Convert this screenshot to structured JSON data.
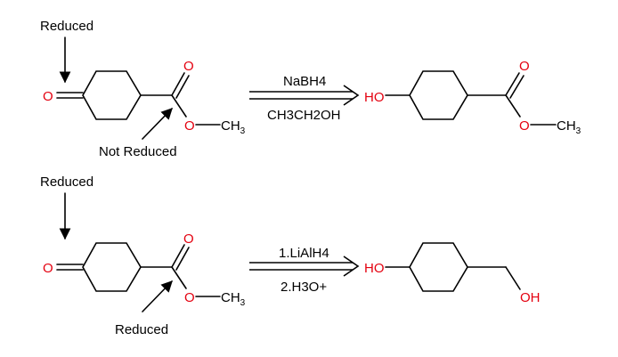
{
  "colors": {
    "heteroatom": "#e4000f",
    "ink": "#000000",
    "background": "#ffffff"
  },
  "reaction1": {
    "label_top": "Reduced",
    "label_bottom": "Not Reduced",
    "reagent_above": "NaBH4",
    "reagent_below": "CH3CH2OH",
    "reactant": {
      "ketone_o": "O",
      "ester_o": "O",
      "ether_o": "O",
      "methyl": "CH",
      "methyl_sub": "3"
    },
    "product": {
      "hydroxyl": "HO",
      "ester_o": "O",
      "ether_o": "O",
      "methyl": "CH",
      "methyl_sub": "3"
    }
  },
  "reaction2": {
    "label_top": "Reduced",
    "label_bottom": "Reduced",
    "reagent_above": "1.LiAlH4",
    "reagent_below": "2.H3O+",
    "reactant": {
      "ketone_o": "O",
      "ester_o": "O",
      "ether_o": "O",
      "methyl": "CH",
      "methyl_sub": "3"
    },
    "product": {
      "hydroxyl": "HO",
      "alcohol": "OH"
    }
  }
}
